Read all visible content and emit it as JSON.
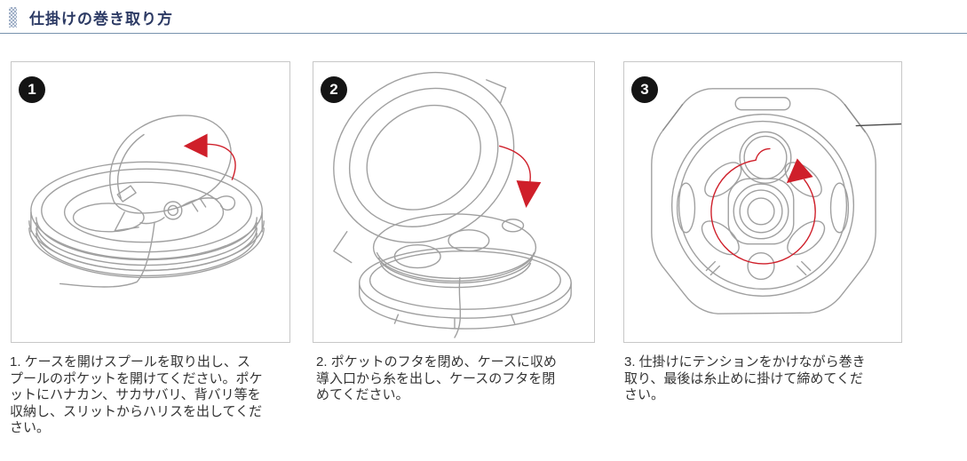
{
  "header": {
    "title": "仕掛けの巻き取り方"
  },
  "colors": {
    "title_color": "#2c3a64",
    "divider_color": "#7793ad",
    "text_color": "#333333",
    "panel_border": "#c7c7c7",
    "badge_bg": "#141414",
    "badge_fg": "#ffffff",
    "accent_red": "#cf1f2a",
    "line_art": "#a0a0a0",
    "bar_blue": "#9fafc6",
    "bar_blue_light": "#e9edf4"
  },
  "icons": {
    "step1_arrow": "open-cover-curved-arrow",
    "step2_arrow": "close-lid-curved-arrow",
    "step3_arrow": "wind-rotation-circular-arrow",
    "header_bar": "dotted-accent-bar"
  },
  "steps": [
    {
      "number": "1",
      "illustration": "spool-with-pocket-cover-opened",
      "caption": "1. ケースを開けスプールを取り出し、ス\nプールのポケットを開けてください。ポケ\nットにハナカン、サカサバリ、背バリ等を\n収納し、スリットからハリスを出してくだ\nさい。"
    },
    {
      "number": "2",
      "illustration": "case-lid-closing-over-spool",
      "caption": "2. ポケットのフタを閉め、ケースに収め\n導入口から糸を出し、ケースのフタを閉\nめてください。"
    },
    {
      "number": "3",
      "illustration": "case-top-view-winding-direction",
      "caption": "3. 仕掛けにテンションをかけながら巻き\n取り、最後は糸止めに掛けて締めてくだ\nさい。"
    }
  ]
}
